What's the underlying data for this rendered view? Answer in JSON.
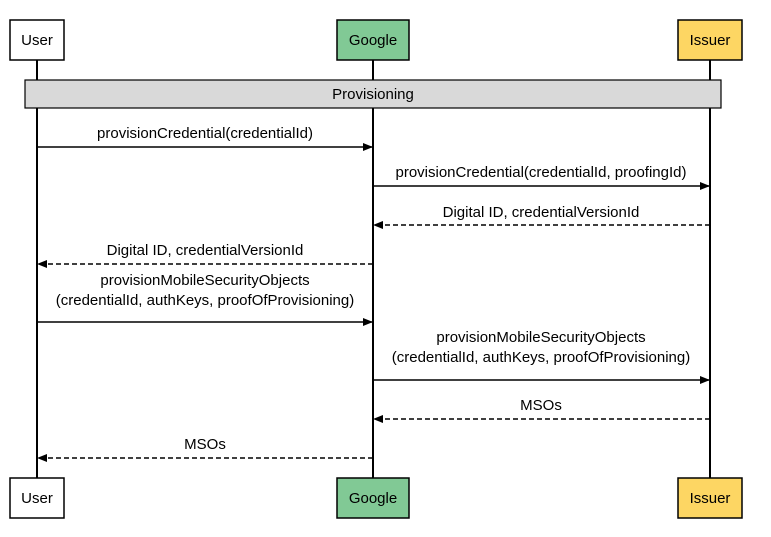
{
  "participants": [
    {
      "key": "user",
      "label": "User",
      "color": "#ffffff"
    },
    {
      "key": "google",
      "label": "Google",
      "color": "#81c995"
    },
    {
      "key": "issuer",
      "label": "Issuer",
      "color": "#fdd663"
    }
  ],
  "group": {
    "label": "Provisioning",
    "color": "#d9d9d9"
  },
  "messages": [
    {
      "from": "user",
      "to": "google",
      "style": "solid",
      "lines": [
        "provisionCredential(credentialId)"
      ]
    },
    {
      "from": "google",
      "to": "issuer",
      "style": "solid",
      "lines": [
        "provisionCredential(credentialId, proofingId)"
      ]
    },
    {
      "from": "issuer",
      "to": "google",
      "style": "dashed",
      "lines": [
        "Digital ID, credentialVersionId"
      ]
    },
    {
      "from": "google",
      "to": "user",
      "style": "dashed",
      "lines": [
        "Digital ID, credentialVersionId"
      ]
    },
    {
      "from": "user",
      "to": "google",
      "style": "solid",
      "lines": [
        "provisionMobileSecurityObjects",
        "(credentialId, authKeys, proofOfProvisioning)"
      ]
    },
    {
      "from": "google",
      "to": "issuer",
      "style": "solid",
      "lines": [
        "provisionMobileSecurityObjects",
        "(credentialId, authKeys, proofOfProvisioning)"
      ]
    },
    {
      "from": "issuer",
      "to": "google",
      "style": "dashed",
      "lines": [
        "MSOs"
      ]
    },
    {
      "from": "google",
      "to": "user",
      "style": "dashed",
      "lines": [
        "MSOs"
      ]
    }
  ]
}
